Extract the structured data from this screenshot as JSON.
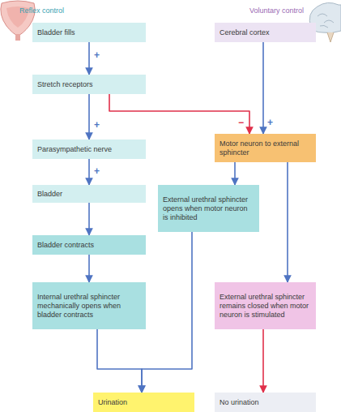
{
  "diagram": {
    "nodes": [
      {
        "text": [
          "Bladder fills"
        ]
      },
      {
        "text": [
          "Cerebral cortex"
        ]
      },
      {
        "text": [
          "Stretch receptors"
        ]
      },
      {
        "text": [
          "Parasympathetic nerve"
        ]
      },
      {
        "text": [
          "Motor neuron to external sphincter"
        ]
      },
      {
        "text": [
          "Bladder"
        ]
      },
      {
        "text": [
          "External urethral sphincter opens when motor neuron is inhibited"
        ]
      },
      {
        "text": [
          "Bladder contracts"
        ]
      },
      {
        "text": [
          "Internal urethral sphincter mechanically opens when bladder contracts"
        ]
      },
      {
        "text": [
          "External urethral sphincter remains closed when motor neuron is stimulated"
        ]
      },
      {
        "text": [
          "Urination"
        ]
      },
      {
        "text": [
          "No urination"
        ]
      }
    ],
    "edges": [
      {
        "from": 0,
        "to": 2,
        "arrow": "to",
        "label": "+"
      },
      {
        "from": 2,
        "to": 3,
        "arrow": "to",
        "label": "+"
      },
      {
        "from": 3,
        "to": 5,
        "arrow": "to",
        "label": "+"
      },
      {
        "from": 5,
        "to": 7,
        "arrow": "to"
      },
      {
        "from": 7,
        "to": 8,
        "arrow": "to"
      },
      {
        "from": 2,
        "to": 4,
        "arrow": "to",
        "label": "−"
      },
      {
        "from": 1,
        "to": 4,
        "arrow": "to",
        "label": "+"
      },
      {
        "from": 4,
        "to": 6,
        "arrow": "to"
      },
      {
        "from": 4,
        "to": 9,
        "arrow": "to"
      },
      {
        "from": 8,
        "to": 10,
        "arrow": "to"
      },
      {
        "from": 6,
        "to": 10,
        "arrow": "to"
      },
      {
        "from": 9,
        "to": 11,
        "arrow": "to"
      }
    ],
    "labels": [
      "Reflex control",
      "Voluntary control"
    ]
  }
}
